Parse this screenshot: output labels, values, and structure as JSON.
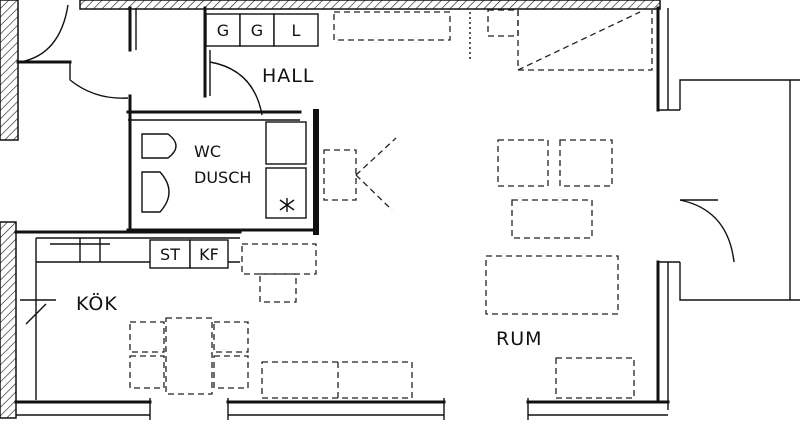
{
  "rooms": {
    "hall": "HALL",
    "wc_line1": "WC",
    "wc_line2": "DUSCH",
    "kok": "KÖK",
    "rum": "RUM"
  },
  "fixtures": {
    "cabinet_1": "G",
    "cabinet_2": "G",
    "cabinet_3": "L",
    "stove": "ST",
    "fridge": "KF"
  }
}
